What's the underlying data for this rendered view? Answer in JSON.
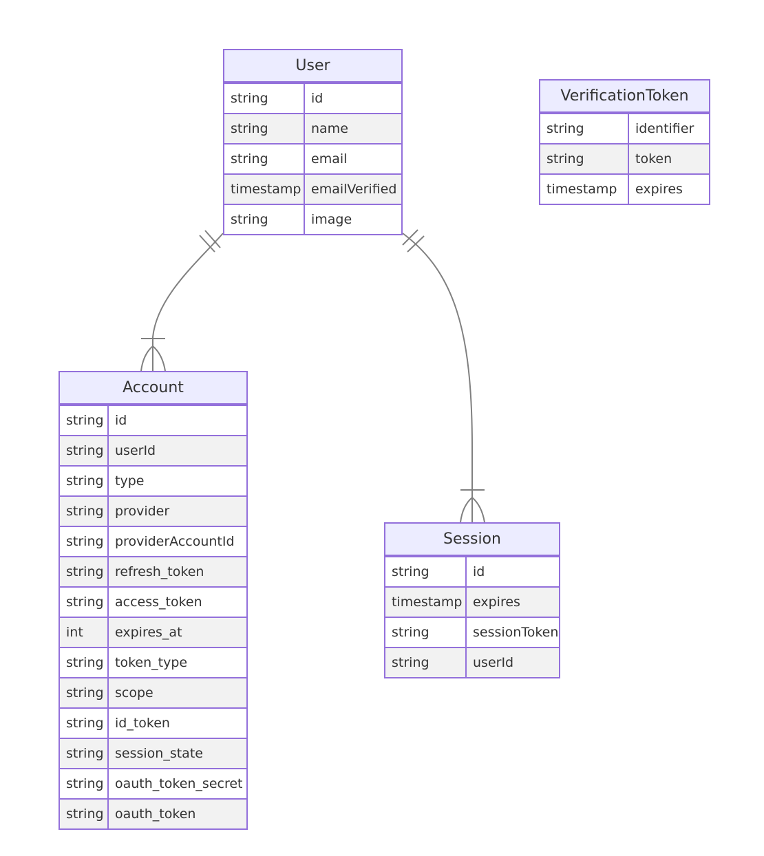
{
  "colors": {
    "border": "#9370DB",
    "header_fill": "#ECECFF",
    "row_odd": "#FFFFFF",
    "row_even": "#F2F2F2",
    "line": "#808080",
    "text": "#333333"
  },
  "entities": [
    {
      "key": "user",
      "name": "User",
      "attributes": [
        {
          "type": "string",
          "name": "id"
        },
        {
          "type": "string",
          "name": "name"
        },
        {
          "type": "string",
          "name": "email"
        },
        {
          "type": "timestamp",
          "name": "emailVerified"
        },
        {
          "type": "string",
          "name": "image"
        }
      ]
    },
    {
      "key": "verificationtoken",
      "name": "VerificationToken",
      "attributes": [
        {
          "type": "string",
          "name": "identifier"
        },
        {
          "type": "string",
          "name": "token"
        },
        {
          "type": "timestamp",
          "name": "expires"
        }
      ]
    },
    {
      "key": "account",
      "name": "Account",
      "attributes": [
        {
          "type": "string",
          "name": "id"
        },
        {
          "type": "string",
          "name": "userId"
        },
        {
          "type": "string",
          "name": "type"
        },
        {
          "type": "string",
          "name": "provider"
        },
        {
          "type": "string",
          "name": "providerAccountId"
        },
        {
          "type": "string",
          "name": "refresh_token"
        },
        {
          "type": "string",
          "name": "access_token"
        },
        {
          "type": "int",
          "name": "expires_at"
        },
        {
          "type": "string",
          "name": "token_type"
        },
        {
          "type": "string",
          "name": "scope"
        },
        {
          "type": "string",
          "name": "id_token"
        },
        {
          "type": "string",
          "name": "session_state"
        },
        {
          "type": "string",
          "name": "oauth_token_secret"
        },
        {
          "type": "string",
          "name": "oauth_token"
        }
      ]
    },
    {
      "key": "session",
      "name": "Session",
      "attributes": [
        {
          "type": "string",
          "name": "id"
        },
        {
          "type": "timestamp",
          "name": "expires"
        },
        {
          "type": "string",
          "name": "sessionToken"
        },
        {
          "type": "string",
          "name": "userId"
        }
      ]
    }
  ],
  "relationships": [
    {
      "from": "User",
      "to": "Account",
      "from_cardinality": "exactly-one",
      "to_cardinality": "one-or-more"
    },
    {
      "from": "User",
      "to": "Session",
      "from_cardinality": "exactly-one",
      "to_cardinality": "one-or-more"
    }
  ]
}
